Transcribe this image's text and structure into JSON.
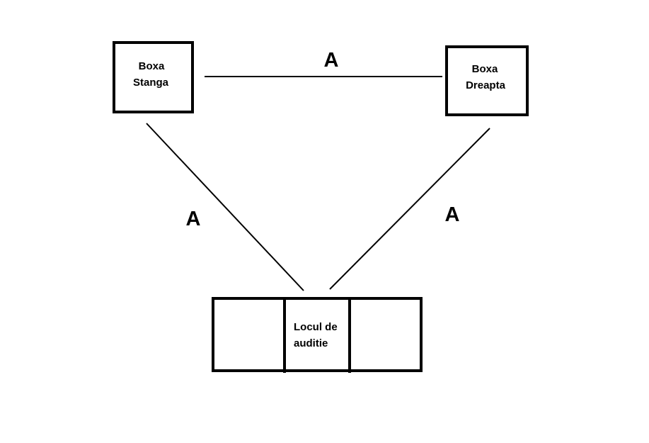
{
  "colors": {
    "background": "#ffffff",
    "stroke": "#000000"
  },
  "left_speaker": {
    "line1": "Boxa",
    "line2": "Stanga"
  },
  "right_speaker": {
    "line1": "Boxa",
    "line2": "Dreapta"
  },
  "listening_position": {
    "line1": "Locul de",
    "line2": "auditie"
  },
  "distances": {
    "top": "A",
    "left": "A",
    "right": "A"
  }
}
